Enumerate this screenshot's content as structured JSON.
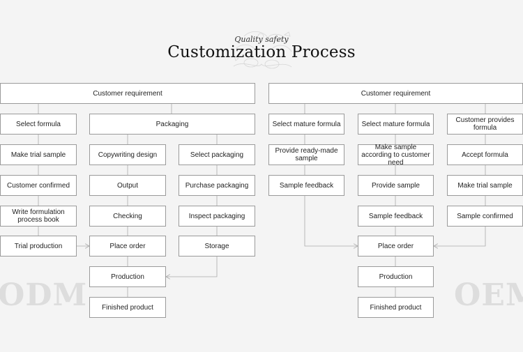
{
  "header": {
    "subtitle": "Quality safety",
    "title": "Customization Process"
  },
  "watermarks": {
    "left": "ODM",
    "right": "OEM"
  },
  "odm": {
    "top": "Customer requirement",
    "select_formula": "Select formula",
    "make_trial_sample": "Make trial sample",
    "customer_confirmed": "Customer confirmed",
    "write_formulation": "Write formulation process book",
    "trial_production": "Trial production",
    "packaging": "Packaging",
    "copywriting_design": "Copywriting design",
    "output": "Output",
    "checking": "Checking",
    "place_order": "Place order",
    "production": "Production",
    "finished_product": "Finished product",
    "select_packaging": "Select packaging",
    "purchase_packaging": "Purchase packaging",
    "inspect_packaging": "Inspect packaging",
    "storage": "Storage"
  },
  "oem": {
    "top": "Customer requirement",
    "select_mature_formula_1": "Select mature formula",
    "provide_ready_made_sample": "Provide ready-made sample",
    "sample_feedback_1": "Sample feedback",
    "select_mature_formula_2": "Select mature formula",
    "make_sample_according": "Make sample according to customer need",
    "provide_sample": "Provide sample",
    "sample_feedback_2": "Sample feedback",
    "place_order": "Place order",
    "production": "Production",
    "finished_product": "Finished product",
    "customer_provides_formula": "Customer provides formula",
    "accept_formula": "Accept formula",
    "make_trial_sample": "Make trial sample",
    "sample_confirmed": "Sample confirmed"
  },
  "colors": {
    "background": "#f4f4f4",
    "box_border": "#9a9a9a",
    "connector": "#aaaaaa",
    "watermark": "#dddddd"
  }
}
